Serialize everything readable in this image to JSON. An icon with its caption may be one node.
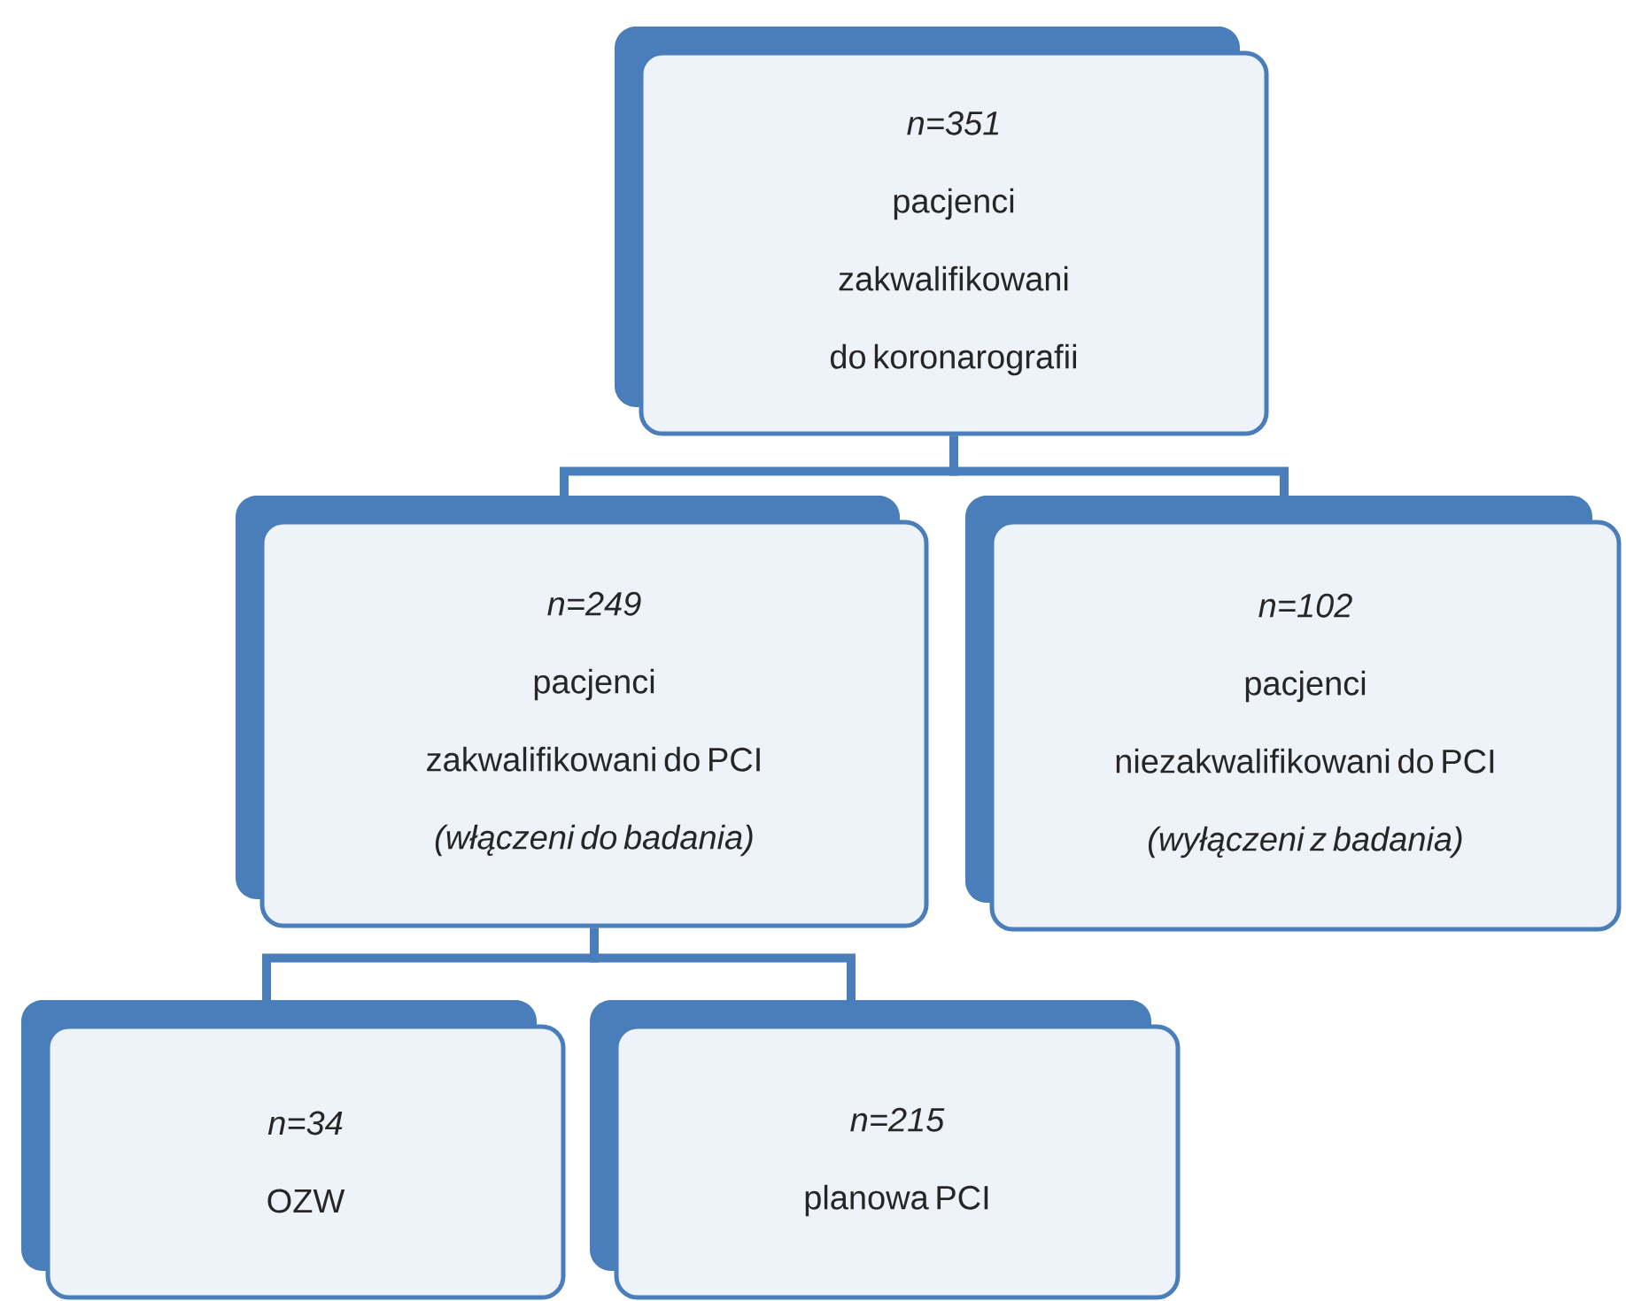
{
  "diagram": {
    "nodes": [
      {
        "text": [
          "n=351",
          "pacjenci zakwalifikowani do koronarografii"
        ]
      },
      {
        "text": [
          "n=249",
          "pacjenci zakwalifikowani do PCI",
          "(włączeni do badania)"
        ]
      },
      {
        "text": [
          "n=102",
          "pacjenci niezakwalifikowani do PCI",
          "(wyłączeni z badania)"
        ]
      },
      {
        "text": [
          "n=34",
          "OZW"
        ]
      },
      {
        "text": [
          "n=215",
          "planowa PCI"
        ]
      }
    ],
    "edges": [
      {
        "from": 0,
        "to": 1,
        "arrow": "none"
      },
      {
        "from": 0,
        "to": 2,
        "arrow": "none"
      },
      {
        "from": 1,
        "to": 3,
        "arrow": "none"
      },
      {
        "from": 1,
        "to": 4,
        "arrow": "none"
      }
    ]
  }
}
